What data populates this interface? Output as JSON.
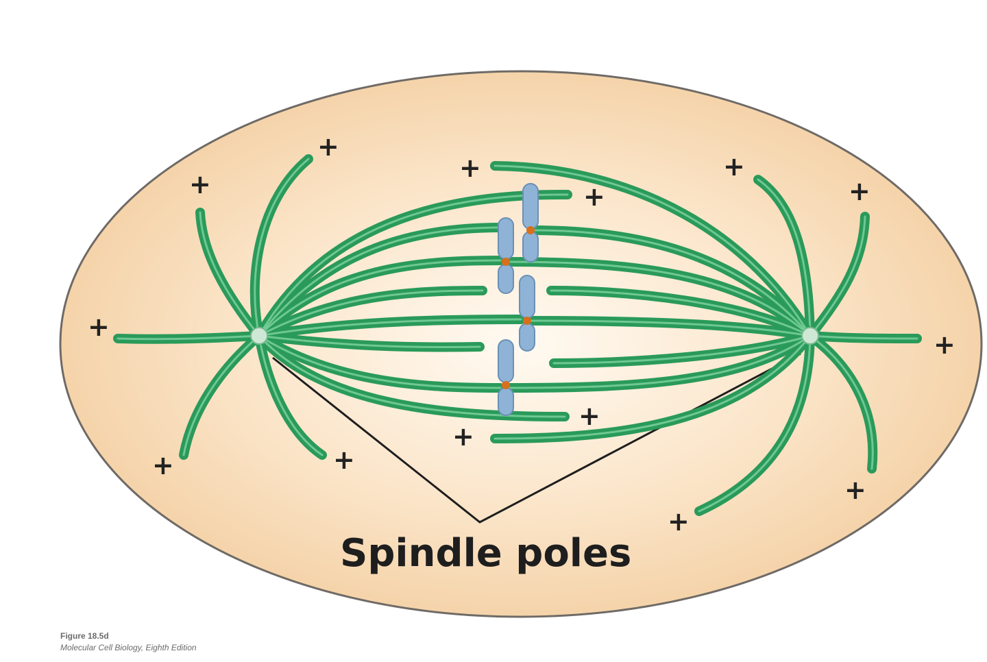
{
  "diagram": {
    "label": "Spindle poles",
    "plus_sign": "+",
    "colors": {
      "cell_fill": "#f6d6b0",
      "cell_center": "#fff8ee",
      "microtubule": "#2a9a5a",
      "chromosome": "#8fb3d6",
      "kinetochore": "#d7701c",
      "pointer_line": "#1e1e1e"
    }
  },
  "caption": {
    "figure": "Figure 18.5d",
    "book": "Molecular Cell Biology, Eighth Edition"
  }
}
